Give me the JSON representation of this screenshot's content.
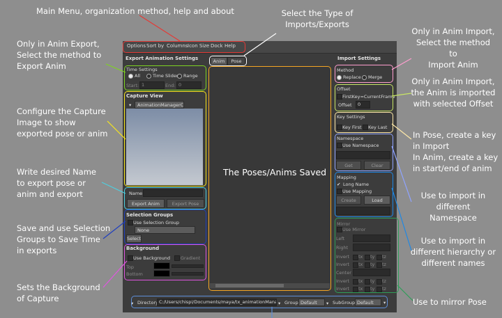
{
  "callouts": {
    "main_menu": "Main Menu, organization method, help and about",
    "type_imports_exports": "Select the Type of\nImports/Exports",
    "anim_export_method": "Only in Anim Export,\nSelect the method to\nExport Anim",
    "capture_image": "Configure the Capture\nImage to show\nexported pose or anim",
    "export_name": "Write desired Name\nto export pose or\nanim and export",
    "selection_groups": "Save and use Selection\nGroups to Save Time\nin exports",
    "background": "Sets the Background\nof Capture",
    "poses_saved": "The Poses/Anims Saved",
    "anim_import_method": "Only in Anim Import,\nSelect the method to\nImport Anim",
    "anim_offset": "Only in Anim Import,\nthe Anim is imported\nwith selected Offset",
    "key_settings": "In Pose, create a key\nin Import\nIn Anim, create a key\nin start/end of anim",
    "namespace": "Use to import in\ndifferent Namespace",
    "mapping": "Use to import in\ndifferent hierarchy or\ndifferent names",
    "mirror": "Use to mirror Pose"
  },
  "menu": [
    "Options",
    "Sort by",
    "Columns",
    "Icon Size",
    "Dock",
    "Help"
  ],
  "export_settings": {
    "title": "Export Animation Settings",
    "time_settings": "Time Settings",
    "opt_all": "All",
    "opt_time_slider": "Time Slider",
    "opt_range": "Range",
    "start_label": "Start:",
    "start_value": "1",
    "end_label": "End:",
    "end_value": "0"
  },
  "capture": {
    "title": "Capture View",
    "camera": "AnimationManagerC"
  },
  "name_section": {
    "label": "Name:",
    "export_anim": "Export Anim",
    "export_pose": "Export Pose"
  },
  "selection_groups": {
    "title": "Selection Groups",
    "use_label": "Use Selection Group",
    "value": "None",
    "select_btn": "Select"
  },
  "background": {
    "title": "Background",
    "use_label": "Use Background",
    "gradient_label": "Gradient",
    "top_label": "Top",
    "bottom_label": "Bottom"
  },
  "tabs": [
    "Anim",
    "Pose"
  ],
  "import_settings": {
    "title": "Import Settings",
    "method_label": "Method",
    "replace": "Replace",
    "merge": "Merge",
    "offset_label": "Offset",
    "firstkey_label": "FirstKey=CurrentFrame",
    "offset_field_label": "Offset",
    "offset_value": "0",
    "key_settings_label": "Key Settings",
    "key_first": "Key First",
    "key_last": "Key Last",
    "namespace_label": "Namespace",
    "use_namespace": "Use Namespace",
    "get_btn": "Get",
    "clear_btn": "Clear",
    "mapping_label": "Mapping",
    "long_name": "Long Name",
    "use_mapping": "Use Mapping",
    "create_btn": "Create",
    "load_btn": "Load",
    "mirror_label": "Mirror",
    "use_mirror": "Use Mirror",
    "left_label": "Left",
    "right_label": "Right",
    "center_label": "Center",
    "invert_label": "Invert",
    "axes": [
      "tx",
      "ty",
      "tz"
    ]
  },
  "bottom_bar": {
    "directory_label": "Directory",
    "directory_value": "C:/Users/chispi/Documents/maya/tx_animationManager/",
    "group_label": "Group",
    "group_value": "Default",
    "subgroup_label": "SubGroup",
    "subgroup_value": "Default"
  },
  "colors": {
    "background": "#8e8e8e",
    "panel": "#3c3c3c",
    "menu_highlight": "#e53935",
    "tabs_highlight": "#ffffff",
    "time_highlight": "#7ed321",
    "capture_highlight": "#f8e71c",
    "name_highlight": "#4dd0e1",
    "selection_highlight": "#1f3fbf",
    "background_highlight": "#e056e0",
    "list_highlight": "#f5a623",
    "method_highlight": "#ff9ecf",
    "offset_highlight": "#c8e665",
    "key_highlight": "#ffe9a8",
    "namespace_highlight": "#8fa3ff",
    "mapping_highlight": "#1e88e5",
    "mirror_highlight": "#2e9e58",
    "directory_highlight": "#5e8fd9"
  }
}
